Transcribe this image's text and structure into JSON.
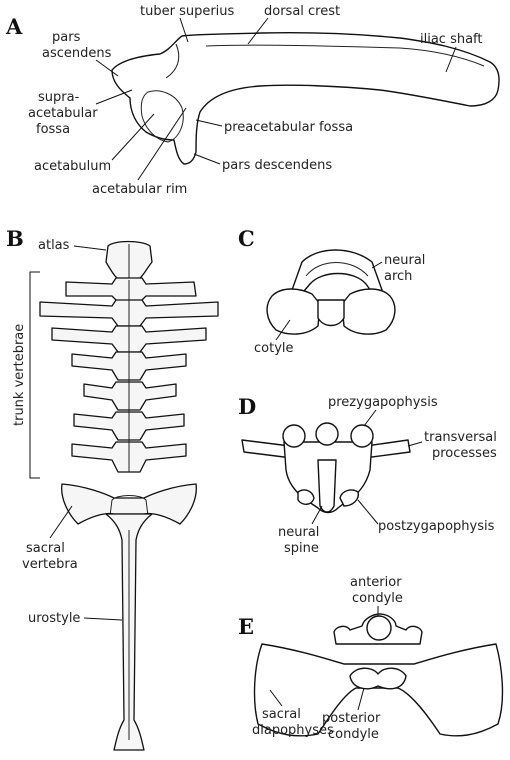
{
  "panels": {
    "A": {
      "letter": "A",
      "labels": {
        "tuber_superius": "tuber superius",
        "dorsal_crest": "dorsal crest",
        "pars_ascendens": [
          "pars",
          "ascendens"
        ],
        "iliac_shaft": "iliac shaft",
        "supra_acetabular_fossa": [
          "supra-",
          "acetabular",
          "fossa"
        ],
        "preacetabular_fossa": "preacetabular fossa",
        "acetabulum": "acetabulum",
        "pars_descendens": "pars descendens",
        "acetabular_rim": "acetabular rim"
      }
    },
    "B": {
      "letter": "B",
      "labels": {
        "atlas": "atlas",
        "trunk_vertebrae": "trunk vertebrae",
        "sacral_vertebra": [
          "sacral",
          "vertebra"
        ],
        "urostyle": "urostyle"
      }
    },
    "C": {
      "letter": "C",
      "labels": {
        "neural_arch": [
          "neural",
          "arch"
        ],
        "cotyle": "cotyle"
      }
    },
    "D": {
      "letter": "D",
      "labels": {
        "prezygapophysis": "prezygapophysis",
        "transversal_processes": [
          "transversal",
          "processes"
        ],
        "neural_spine": [
          "neural",
          "spine"
        ],
        "postzygapophysis": "postzygapophysis"
      }
    },
    "E": {
      "letter": "E",
      "labels": {
        "anterior_condyle": [
          "anterior",
          "condyle"
        ],
        "sacral_diapophyses": [
          "sacral",
          "diapophyses"
        ],
        "posterior_condyle": [
          "posterior",
          "condyle"
        ]
      }
    }
  }
}
